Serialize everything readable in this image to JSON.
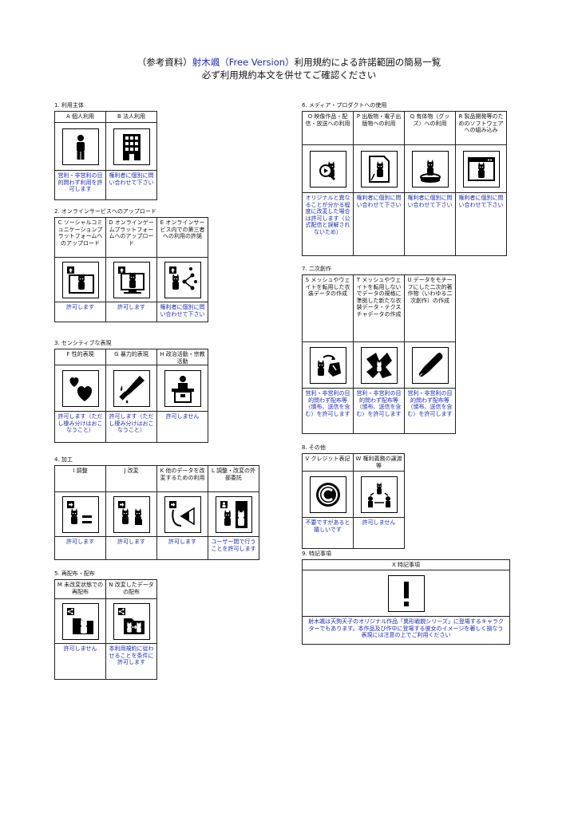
{
  "header": {
    "line1_pre": "（参考資料）",
    "line1_name": "射木颯（Free Version）",
    "line1_post": "利用規約による許諾範囲の簡易一覧",
    "line2": "必ず利用規約本文を併せてご確認ください"
  },
  "sections": {
    "s1": {
      "label": "1. 利用主体",
      "items": [
        {
          "head": "A 個人利用",
          "icon": "person-icon",
          "answer": "営利・非営利の目的問わず利用を許可します"
        },
        {
          "head": "B 法人利用",
          "icon": "building-icon",
          "answer": "権利者に個別に問い合わせて下さい"
        }
      ]
    },
    "s2": {
      "label": "2. オンラインサービスへのアップロード",
      "items": [
        {
          "head": "C ソーシャルコミュニケーションプラットフォームへのアップロード",
          "icon": "upload-social-icon",
          "answer": "許可します"
        },
        {
          "head": "D オンラインゲームプラットフォームへのアップロード",
          "icon": "upload-game-icon",
          "answer": "許可します"
        },
        {
          "head": "E オンラインサービス内での第三者への利用の許諾",
          "icon": "share-third-party-icon",
          "answer": "権利者に個別に問い合わせて下さい"
        }
      ]
    },
    "s3": {
      "label": "3. センシティブな表現",
      "items": [
        {
          "head": "F 性的表現",
          "icon": "hearts-icon",
          "answer": "許可します（ただし棲み分けはおこなうこと）"
        },
        {
          "head": "G 暴力的表現",
          "icon": "knife-icon",
          "answer": "許可します（ただし棲み分けはおこなうこと）"
        },
        {
          "head": "H 政治活動・宗教活動",
          "icon": "podium-icon",
          "answer": "許可しません"
        }
      ]
    },
    "s4": {
      "label": "4. 加工",
      "items": [
        {
          "head": "I 調整",
          "icon": "adjust-icon",
          "answer": "許可します"
        },
        {
          "head": "J 改変",
          "icon": "modify-icon",
          "answer": "許可します"
        },
        {
          "head": "K 他のデータを改変するための利用",
          "icon": "reuse-data-icon",
          "answer": "許可します"
        },
        {
          "head": "L 調整・改変の外部委託",
          "icon": "outsource-icon",
          "answer": "ユーザー間で行うことを許可します"
        }
      ]
    },
    "s5": {
      "label": "5. 再配布・配布",
      "items": [
        {
          "head": "M 未改変状態での再配布",
          "icon": "redistribute-folder-icon",
          "answer": "許可しません"
        },
        {
          "head": "N 改変したデータの配布",
          "icon": "distribute-modified-icon",
          "answer": "本利用規約に従わせることを条件に許可します"
        }
      ]
    },
    "s6": {
      "label": "6. メディア・プロダクトへの使用",
      "items": [
        {
          "head": "O 映像作品・配信・放送への利用",
          "icon": "video-icon",
          "answer": "オリジナルと異なることが分かる程度に改変した場合は許可します（公式配信と誤解されないため）"
        },
        {
          "head": "P 出版物・電子出版物への利用",
          "icon": "publication-icon",
          "answer": "権利者に個別に問い合わせて下さい"
        },
        {
          "head": "Q 有体物（グッズ）への利用",
          "icon": "merchandise-icon",
          "answer": "権利者に個別に問い合わせて下さい"
        },
        {
          "head": "R 製品開発等のためのソフトウェアへの組み込み",
          "icon": "software-window-icon",
          "answer": "権利者に個別に問い合わせて下さい"
        }
      ]
    },
    "s7": {
      "label": "7. 二次創作",
      "items": [
        {
          "head": "S メッシュやウェイトを転用した衣装データの作成",
          "icon": "costume-convert-icon",
          "answer": "営利・非営利の目的問わず配布等（頒布、送信を含む）を許可します"
        },
        {
          "head": "T メッシュやウェイトを転用しないでデータの規格に準拠した新たな衣装データ・テクスチャデータの作成",
          "icon": "new-costume-icon",
          "answer": "営利・非営利の目的問わず配布等（頒布、送信を含む）を許可します"
        },
        {
          "head": "U データをモチーフにした二次的著作物（いわゆる二次創作）の作成",
          "icon": "pen-nib-icon",
          "answer": "営利・非営利の目的問わず配布等（頒布、送信を含む）を許可します"
        }
      ]
    },
    "s8": {
      "label": "8. その他",
      "items": [
        {
          "head": "V クレジット表記",
          "icon": "copyright-icon",
          "answer": "不要ですがあると嬉しいです"
        },
        {
          "head": "W 権利義務の譲渡等",
          "icon": "transfer-icon",
          "answer": "許可しません"
        }
      ]
    },
    "s9": {
      "label": "9. 特記事項",
      "items": [
        {
          "head": "X 特記事項",
          "icon": "exclamation-icon",
          "answer": "射木颯は天狗天子のオリジナル作品「異形戦貌シリーズ」に登場するキャラクターでもあります。本作品及び作中に登場する彼女のイメージを著しく損なう表現には注意の上でご利用ください"
        }
      ]
    }
  }
}
